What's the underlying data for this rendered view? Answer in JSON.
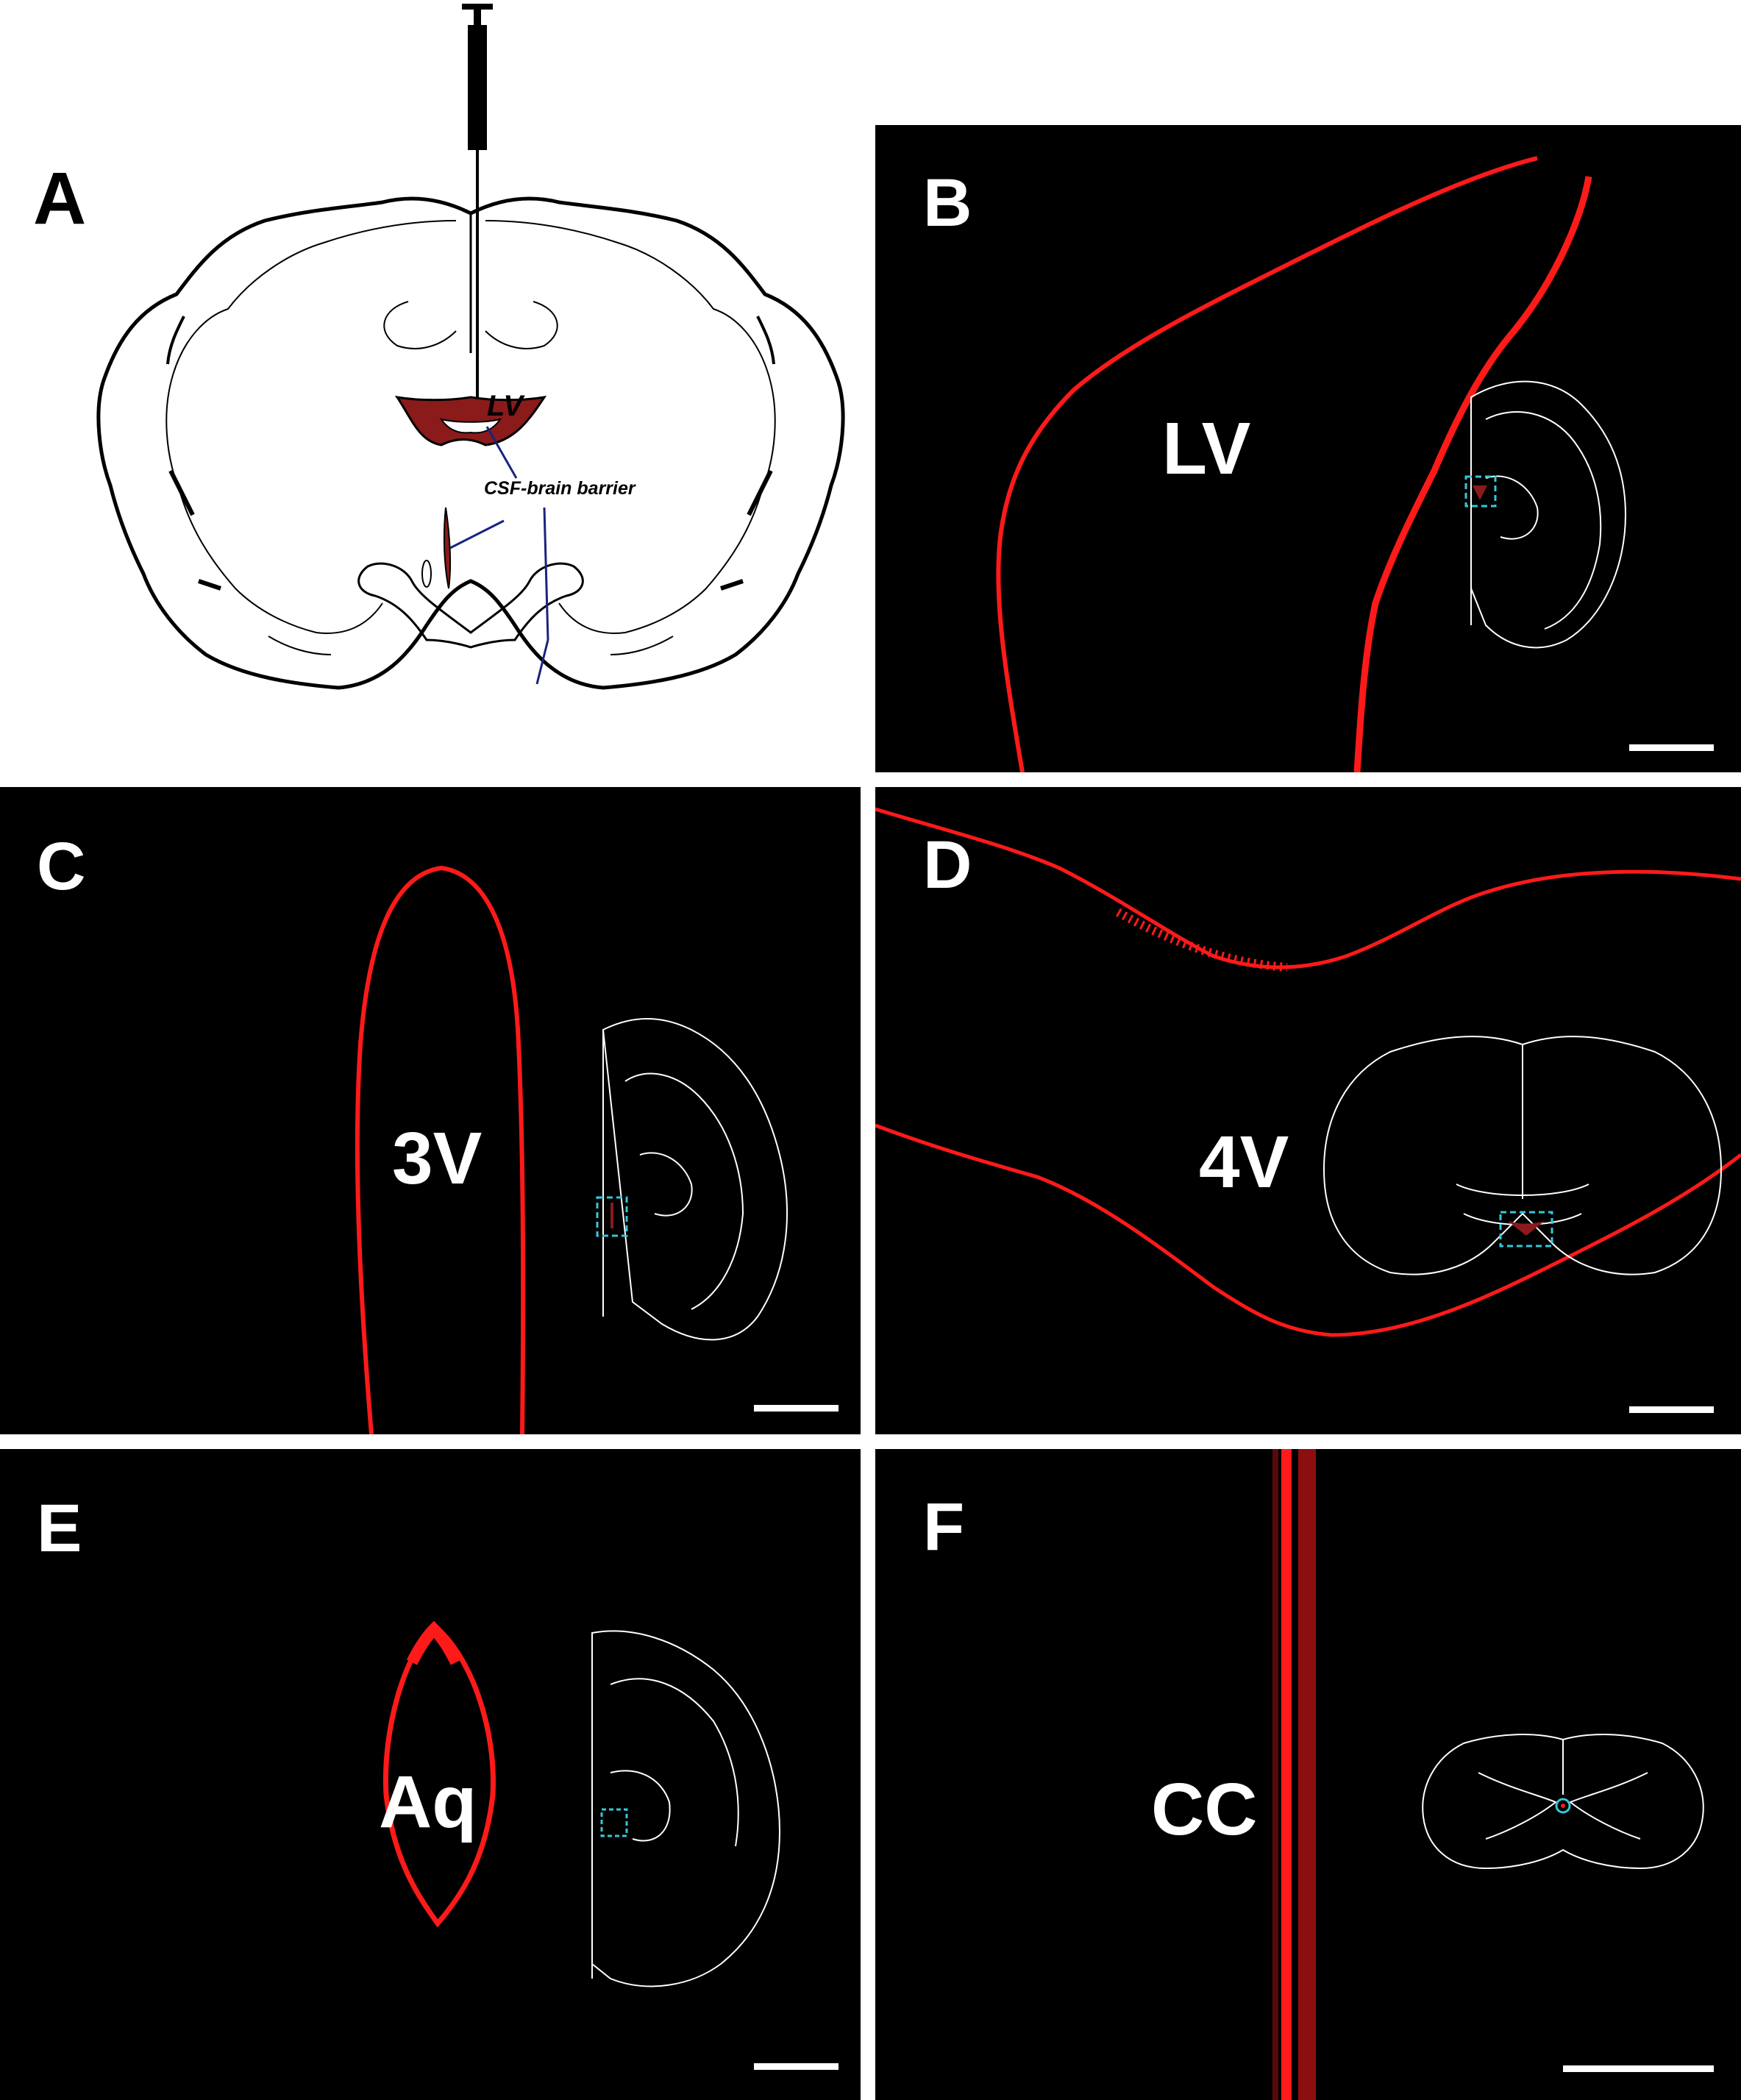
{
  "panel_a": {
    "label": "A",
    "lv_label": "LV",
    "barrier_label": "CSF-brain barrier"
  },
  "panels": [
    {
      "id": "B",
      "label": "B",
      "structure": "LV"
    },
    {
      "id": "C",
      "label": "C",
      "structure": "3V"
    },
    {
      "id": "D",
      "label": "D",
      "structure": "4V"
    },
    {
      "id": "E",
      "label": "E",
      "structure": "Aq"
    },
    {
      "id": "F",
      "label": "F",
      "structure": "CC"
    }
  ],
  "colors": {
    "signal": "#ff1a1a",
    "ventricle_fill": "#8b1a1a",
    "inset_box": "#35c7d8",
    "connector_line": "#1a237e",
    "background": "#000000"
  }
}
